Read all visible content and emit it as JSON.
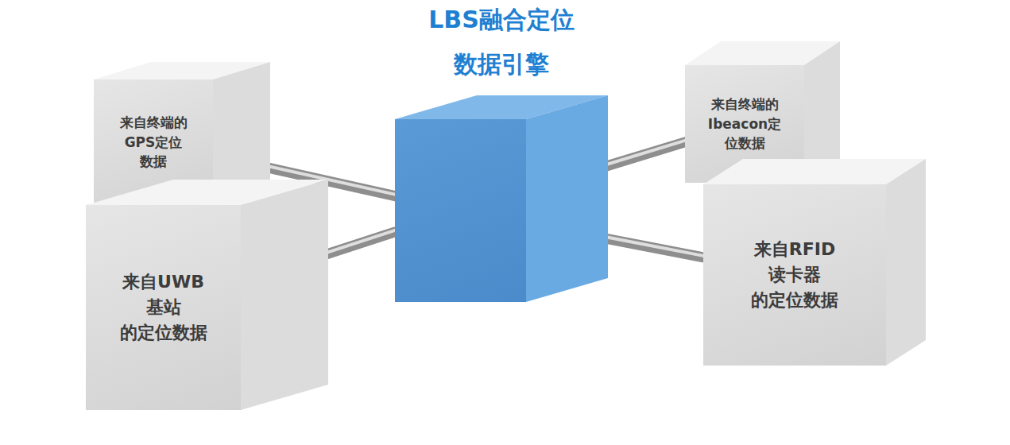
{
  "diagram": {
    "nodes": [
      {
        "text": [
          "来自终端的 GPS定位 数据"
        ]
      },
      {
        "text": [
          "LBS融合定位 数据引擎"
        ]
      },
      {
        "text": [
          "来自终端的 Ibeacon定 位数据"
        ]
      },
      {
        "text": [
          "来自UWB 基站 的定位数据"
        ]
      },
      {
        "text": [
          "来自RFID 读卡器 的定位数据"
        ]
      }
    ],
    "edges": [
      {
        "from": 0,
        "to": 1,
        "arrow": "none"
      },
      {
        "from": 1,
        "to": 2,
        "arrow": "none"
      },
      {
        "from": 3,
        "to": 1,
        "arrow": "none"
      },
      {
        "from": 1,
        "to": 4,
        "arrow": "none"
      }
    ]
  }
}
